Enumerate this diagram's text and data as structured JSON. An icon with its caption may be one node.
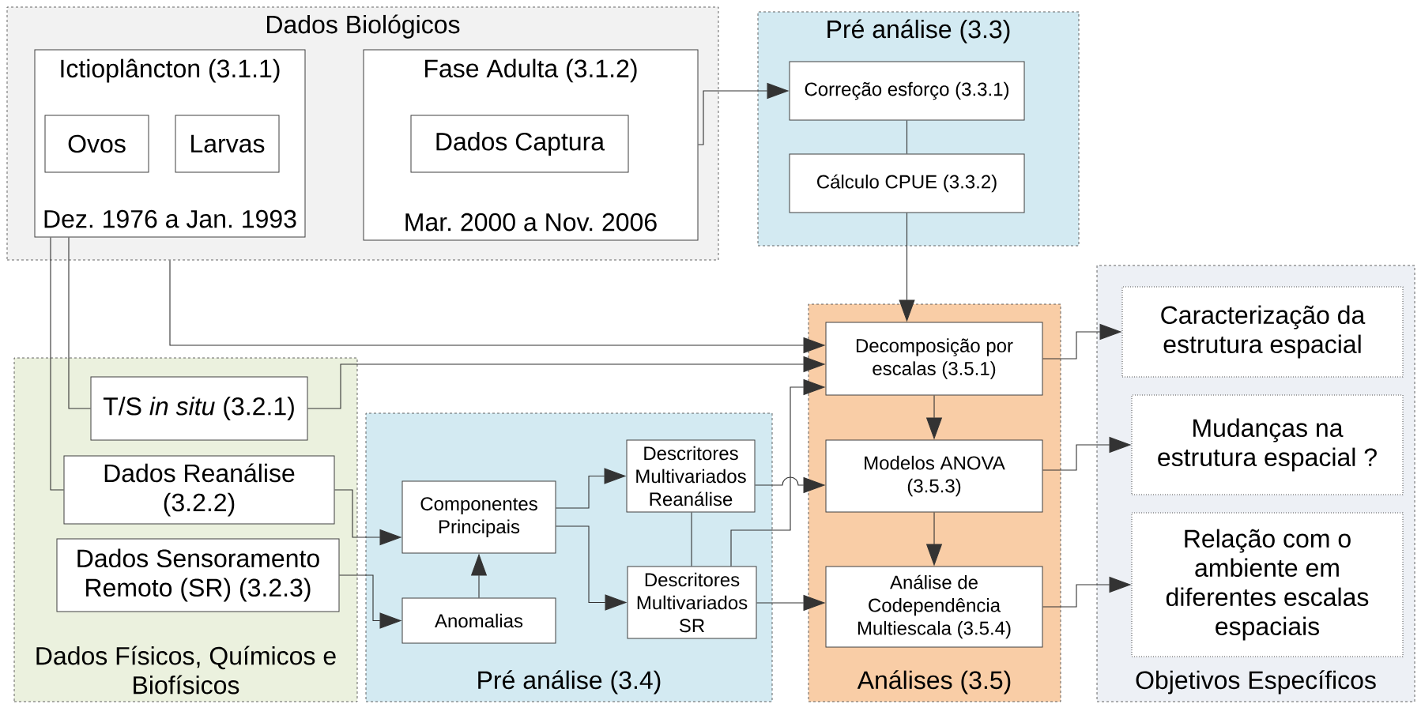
{
  "diagram": {
    "nodes": [
      {
        "text": [
          "Dados Biológicos"
        ]
      },
      {
        "text": [
          "Ictioplâncton (3.1.1)",
          "Dez. 1976 a Jan. 1993"
        ],
        "in": 0
      },
      {
        "text": [
          "Ovos"
        ],
        "in": 1
      },
      {
        "text": [
          "Larvas"
        ],
        "in": 1
      },
      {
        "text": [
          "Fase Adulta (3.1.2)",
          "Mar. 2000 a Nov. 2006"
        ],
        "in": 0
      },
      {
        "text": [
          "Dados Captura"
        ],
        "in": 4
      },
      {
        "text": [
          "Pré análise (3.3)"
        ]
      },
      {
        "text": [
          "Correção esforço (3.3.1)"
        ],
        "in": 6
      },
      {
        "text": [
          "Cálculo CPUE (3.3.2)"
        ],
        "in": 6
      },
      {
        "text": [
          "Dados Físicos, Químicos e Biofísicos"
        ]
      },
      {
        "text": [
          "T/S *in situ* (3.2.1)"
        ],
        "in": 9
      },
      {
        "text": [
          "Dados Reanálise (3.2.2)"
        ],
        "in": 9
      },
      {
        "text": [
          "Dados Sensoramento Remoto (SR) (3.2.3)"
        ],
        "in": 9
      },
      {
        "text": [
          "Pré análise (3.4)"
        ]
      },
      {
        "text": [
          "Componentes Principais"
        ],
        "in": 13
      },
      {
        "text": [
          "Anomalias"
        ],
        "in": 13
      },
      {
        "text": [
          "Descritores Multivariados Reanálise"
        ],
        "in": 13
      },
      {
        "text": [
          "Descritores Multivariados SR"
        ],
        "in": 13
      },
      {
        "text": [
          "Análises (3.5)"
        ]
      },
      {
        "text": [
          "Decomposição por escalas (3.5.1)"
        ],
        "in": 18
      },
      {
        "text": [
          "Modelos ANOVA (3.5.3)"
        ],
        "in": 18
      },
      {
        "text": [
          "Análise de Codependência Multiescala (3.5.4)"
        ],
        "in": 18
      },
      {
        "text": [
          "Objetivos Específicos"
        ]
      },
      {
        "text": [
          "Caracterização da estrutura espacial"
        ],
        "in": 22
      },
      {
        "text": [
          "Mudanças na estrutura espacial ?"
        ],
        "in": 22
      },
      {
        "text": [
          "Relação com o ambiente em diferentes escalas espaciais"
        ],
        "in": 22
      }
    ],
    "edges": [
      {
        "from": 4,
        "to": 7,
        "arrow": "to"
      },
      {
        "from": 7,
        "to": 8,
        "arrow": "none"
      },
      {
        "from": 8,
        "to": 19,
        "arrow": "to"
      },
      {
        "from": 1,
        "to": 10,
        "arrow": "none"
      },
      {
        "from": 1,
        "to": 11,
        "arrow": "none"
      },
      {
        "from": 0,
        "to": 19,
        "arrow": "to"
      },
      {
        "from": 10,
        "to": 19,
        "arrow": "to"
      },
      {
        "from": 11,
        "to": 14,
        "arrow": "to"
      },
      {
        "from": 12,
        "to": 15,
        "arrow": "to"
      },
      {
        "from": 15,
        "to": 14,
        "arrow": "to"
      },
      {
        "from": 14,
        "to": 16,
        "arrow": "to"
      },
      {
        "from": 14,
        "to": 17,
        "arrow": "to"
      },
      {
        "from": 16,
        "to": 17,
        "arrow": "none"
      },
      {
        "from": 16,
        "to": 20,
        "arrow": "to"
      },
      {
        "from": 17,
        "to": 19,
        "arrow": "to"
      },
      {
        "from": 17,
        "to": 21,
        "arrow": "to"
      },
      {
        "from": 19,
        "to": 20,
        "arrow": "to"
      },
      {
        "from": 20,
        "to": 21,
        "arrow": "to"
      },
      {
        "from": 19,
        "to": 23,
        "arrow": "to"
      },
      {
        "from": 20,
        "to": 24,
        "arrow": "to"
      },
      {
        "from": 21,
        "to": 25,
        "arrow": "to"
      }
    ]
  }
}
